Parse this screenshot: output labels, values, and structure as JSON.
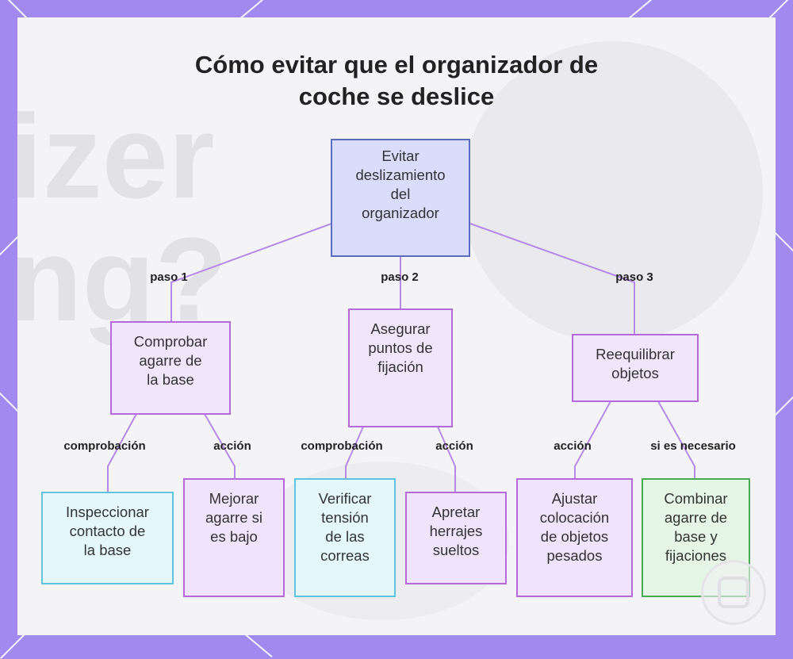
{
  "title": {
    "line1": "Cómo evitar que el organizador de",
    "line2": "coche se deslice"
  },
  "background_text": {
    "word1": "izer",
    "word2": "ng?"
  },
  "nodes": {
    "root": [
      "Evitar",
      "deslizamiento",
      "del",
      "organizador"
    ],
    "step1": [
      "Comprobar",
      "agarre de",
      "la base"
    ],
    "step2": [
      "Asegurar",
      "puntos de",
      "fijación"
    ],
    "step3": [
      "Reequilibrar",
      "objetos"
    ],
    "leaf1": [
      "Inspeccionar",
      "contacto de",
      "la base"
    ],
    "leaf2": [
      "Mejorar",
      "agarre si",
      "es bajo"
    ],
    "leaf3": [
      "Verificar",
      "tensión",
      "de las",
      "correas"
    ],
    "leaf4": [
      "Apretar",
      "herrajes",
      "sueltos"
    ],
    "leaf5": [
      "Ajustar",
      "colocación",
      "de objetos",
      "pesados"
    ],
    "leaf6": [
      "Combinar",
      "agarre de",
      "base y",
      "fijaciones"
    ]
  },
  "edge_labels": {
    "paso1": "paso 1",
    "paso2": "paso 2",
    "paso3": "paso 3",
    "l1": "comprobación",
    "l2": "acción",
    "l3": "comprobación",
    "l4": "acción",
    "l5": "acción",
    "l6": "si es necesario"
  },
  "colors": {
    "edge": "#b48ae6",
    "frame": "#a08af0"
  }
}
